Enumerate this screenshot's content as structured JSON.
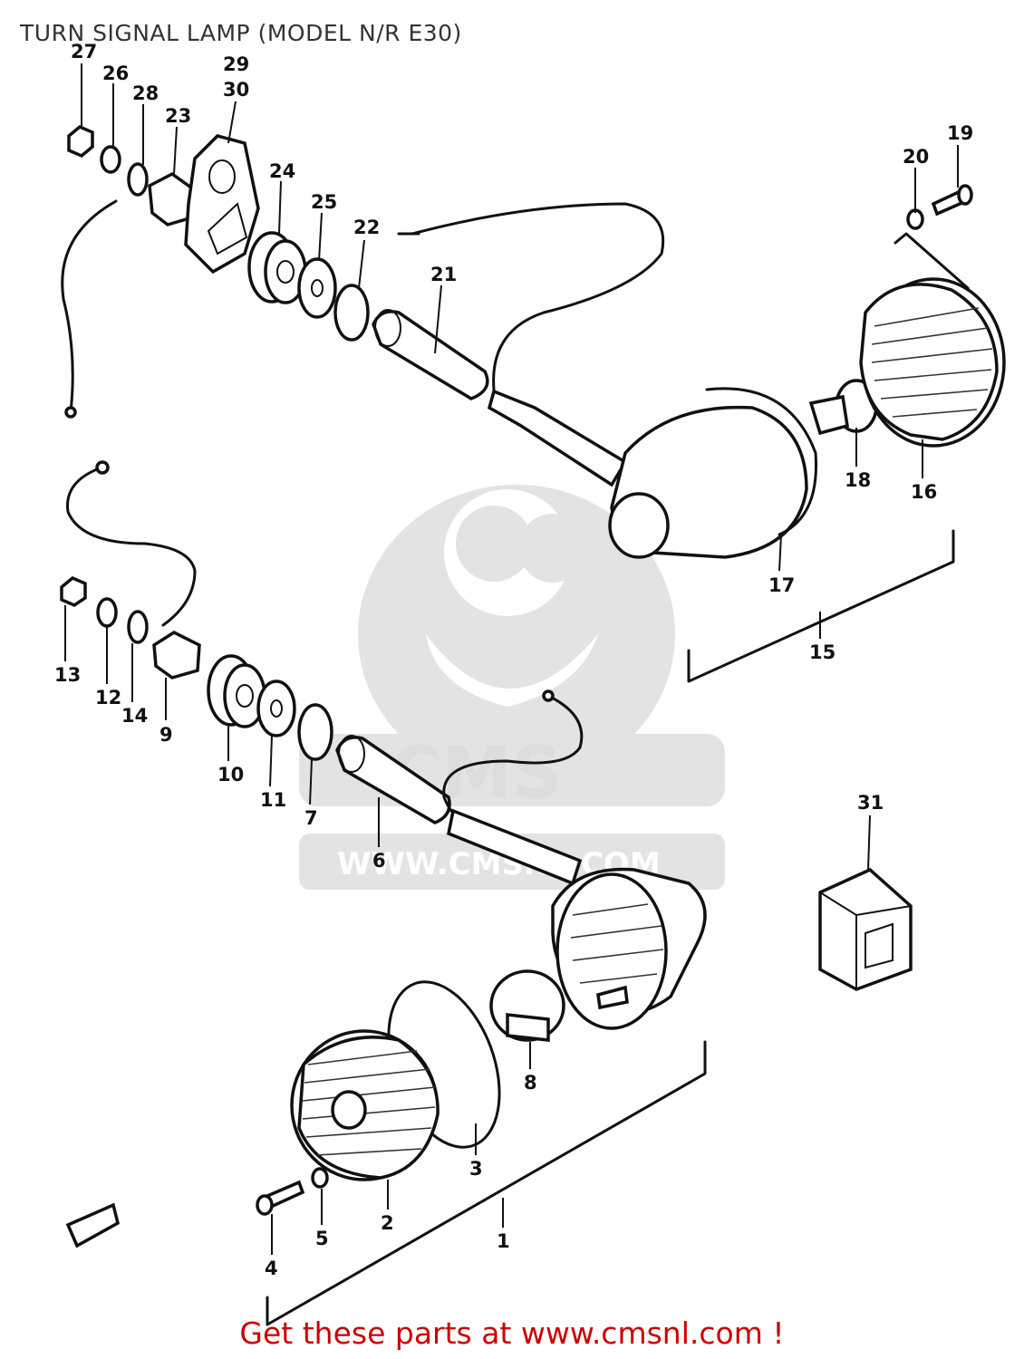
{
  "title": "TURN SIGNAL LAMP (MODEL N/R E30)",
  "footer": "Get these parts at www.cmsnl.com !",
  "watermark": {
    "brand": "CMS",
    "url": "WWW.CMSNL.COM"
  },
  "colors": {
    "footer": "#cc0000",
    "line": "#111111",
    "watermark": "#dddddd"
  },
  "callouts": [
    "27",
    "26",
    "28",
    "23",
    "29",
    "30",
    "24",
    "25",
    "22",
    "21",
    "20",
    "19",
    "18",
    "16",
    "17",
    "15",
    "13",
    "12",
    "14",
    "9",
    "10",
    "11",
    "7",
    "6",
    "31",
    "8",
    "3",
    "2",
    "5",
    "4",
    "1"
  ]
}
